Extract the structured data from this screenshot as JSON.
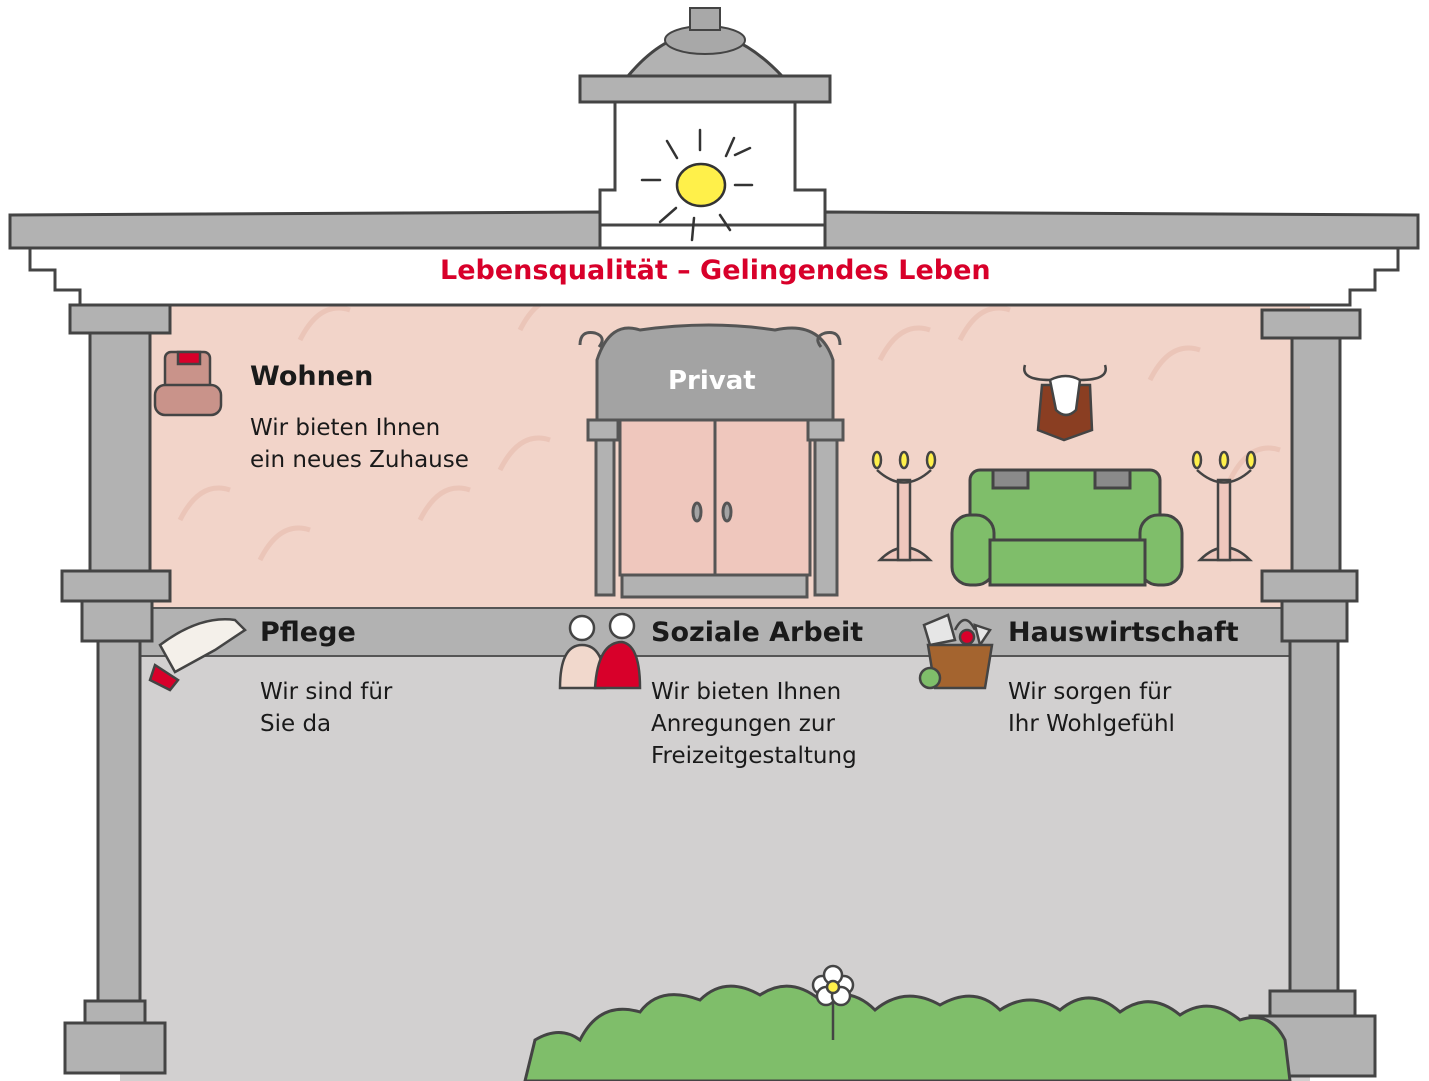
{
  "motto": "Lebensqualität – Gelingendes Leben",
  "private_label": "Privat",
  "sections": {
    "wohnen": {
      "title": "Wohnen",
      "line1": "Wir bieten Ihnen",
      "line2": "ein neues Zuhause"
    },
    "pflege": {
      "title": "Pflege",
      "line1": "Wir sind für",
      "line2": "Sie da"
    },
    "soziale_arbeit": {
      "title": "Soziale Arbeit",
      "line1": "Wir bieten Ihnen",
      "line2": "Anregungen zur",
      "line3": "Freizeitgestaltung"
    },
    "hauswirtschaft": {
      "title": "Hauswirtschaft",
      "line1": "Wir sorgen für",
      "line2": "Ihr Wohlgefühl"
    }
  },
  "colors": {
    "accent_red": "#d8002a",
    "stone": "#b2b2b2",
    "wallpaper": "#f2d4c9",
    "lower_wall": "#d2d0d0",
    "sofa_green": "#7fbe6a",
    "door_pink": "#efc7bd",
    "sun_yellow": "#fff04a"
  },
  "icons": [
    "armchair-icon",
    "hands-icon",
    "people-icon",
    "basket-icon",
    "sun-icon",
    "bull-head-icon",
    "candelabra-icon",
    "sofa-icon",
    "flower-icon",
    "bush-icon"
  ]
}
